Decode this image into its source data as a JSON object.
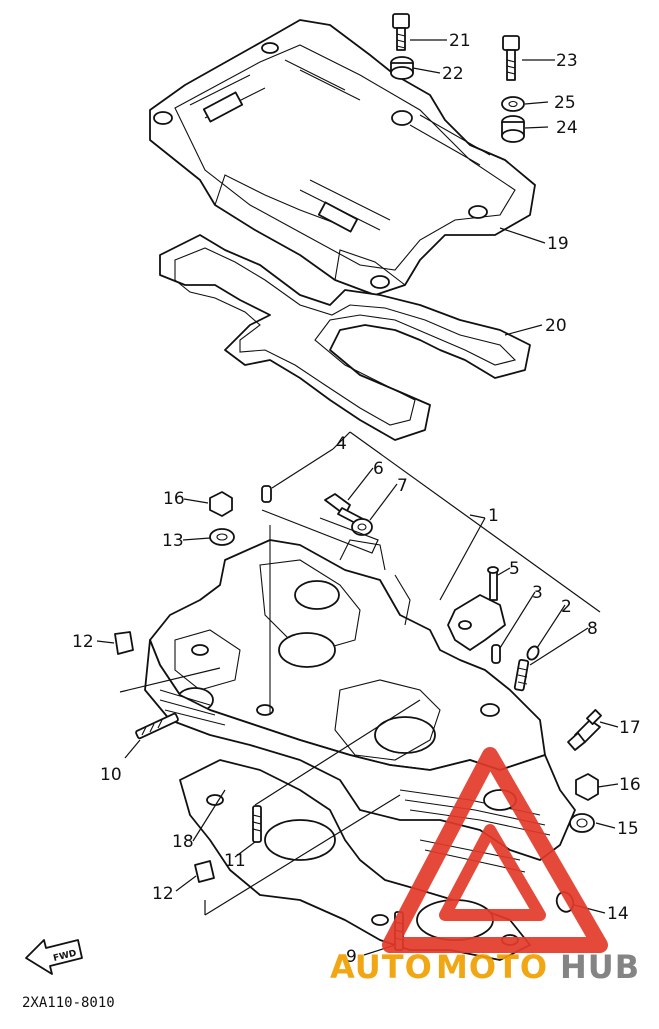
{
  "drawing_code": "2XA110-8010",
  "front_arrow_label": "FWD",
  "watermark": {
    "text_part1": "AUTO",
    "text_part2": "MOTO",
    "text_part3": "HUB",
    "color_red": "#e23a2a",
    "color_orange": "#f0a000",
    "color_gray": "#7a7a7a"
  },
  "callouts": [
    "1",
    "2",
    "3",
    "4",
    "5",
    "6",
    "7",
    "8",
    "9",
    "10",
    "11",
    "12",
    "12",
    "13",
    "14",
    "15",
    "16",
    "16",
    "17",
    "18",
    "19",
    "20",
    "21",
    "22",
    "23",
    "24",
    "25"
  ]
}
